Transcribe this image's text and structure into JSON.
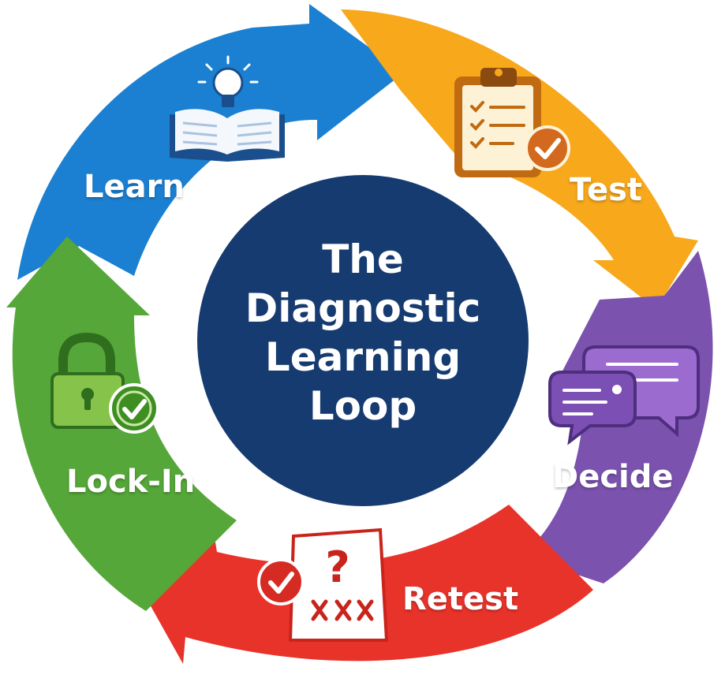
{
  "center": {
    "lines": [
      "The",
      "Diagnostic",
      "Learning",
      "Loop"
    ],
    "color": "#163B70"
  },
  "stages": [
    {
      "label": "Learn",
      "color": "#1B80D2",
      "icon": "book-lightbulb-icon"
    },
    {
      "label": "Test",
      "color": "#F7A81B",
      "icon": "clipboard-check-icon"
    },
    {
      "label": "Decide",
      "color": "#7B52AE",
      "icon": "speech-bubbles-icon"
    },
    {
      "label": "Retest",
      "color": "#E8332A",
      "icon": "question-paper-icon"
    },
    {
      "label": "Lock-In",
      "color": "#56A73A",
      "icon": "padlock-check-icon"
    }
  ]
}
